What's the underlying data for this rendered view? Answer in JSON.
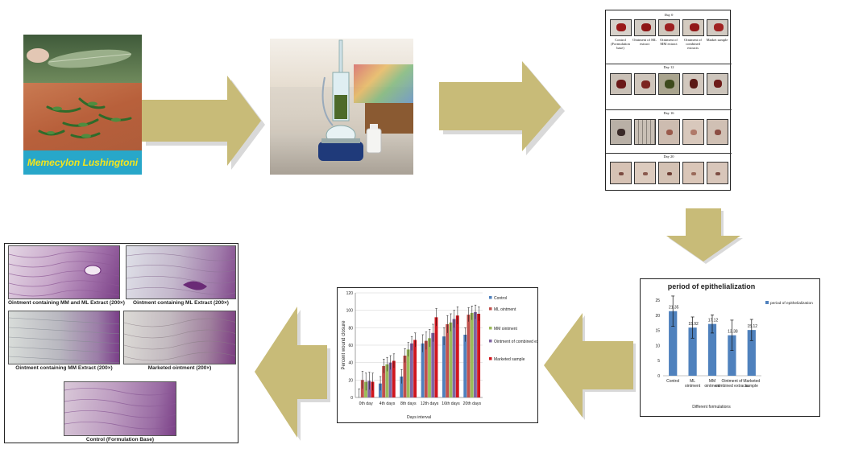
{
  "colors": {
    "arrow_fill": "#c8bb78",
    "arrow_shadow": "#d9d9d9",
    "plant_label_bg": "#28a7c9",
    "plant_label_text": "#f5e51c",
    "bar_blue": "#4f81bd",
    "bar_red": "#c0504d",
    "bar_green": "#9bbb59",
    "bar_purple": "#8064a2",
    "bar_crimson": "#d0161e"
  },
  "step1": {
    "plant_name": "Memecylon Lushingtoni"
  },
  "step3": {
    "days": [
      "Day 0",
      "Day 12",
      "Day 16",
      "Day 20"
    ],
    "groups": [
      "Control (Formulation base)",
      "Ointment of ML extract",
      "Ointment of MM extract",
      "Ointment of combined extracts",
      "Market sample"
    ]
  },
  "histology": {
    "panels": [
      {
        "caption": "Ointment containing MM and ML Extract",
        "mag": "(200×)"
      },
      {
        "caption": "Ointment containing ML Extract",
        "mag": "(200×)"
      },
      {
        "caption": "Ointment containing MM Extract",
        "mag": "(200×)"
      },
      {
        "caption": "Marketed ointment",
        "mag": "(200×)"
      },
      {
        "caption": "Control (Formulation Base)",
        "mag": ""
      }
    ]
  },
  "chart_data": [
    {
      "type": "bar",
      "title": "period of epithelialization",
      "categories": [
        "Control",
        "ML ointment",
        "MM ointment",
        "Ointment of combined extracts",
        "Marketed sample"
      ],
      "series": [
        {
          "name": "period of epithelialization",
          "values": [
            21.35,
            15.92,
            17.12,
            13.38,
            15.12
          ]
        }
      ],
      "errors": [
        5,
        3.5,
        3,
        5,
        3.5
      ],
      "xlabel": "Different formulations",
      "ylabel": "",
      "ylim": [
        0,
        25
      ],
      "yticks": [
        0,
        5,
        10,
        15,
        20,
        25
      ],
      "legend": "top-right"
    },
    {
      "type": "bar",
      "title": "",
      "categories": [
        "0th day",
        "4th days",
        "8th days",
        "12th days",
        "16th days",
        "20th days"
      ],
      "series": [
        {
          "name": "Control",
          "values": [
            0,
            16,
            24,
            62,
            70,
            72
          ]
        },
        {
          "name": "ML ointment",
          "values": [
            20,
            36,
            48,
            65,
            84,
            95
          ]
        },
        {
          "name": "MM ointment",
          "values": [
            18,
            38,
            55,
            68,
            86,
            97
          ]
        },
        {
          "name": "Ointment of combined extracts",
          "values": [
            19,
            40,
            62,
            74,
            90,
            98
          ]
        },
        {
          "name": "Marketed sample",
          "values": [
            18,
            42,
            66,
            92,
            94,
            96
          ]
        }
      ],
      "errors": [
        10,
        8,
        8,
        10,
        10,
        8
      ],
      "xlabel": "Days interval",
      "ylabel": "Percent wound closure",
      "ylim": [
        0,
        120
      ],
      "yticks": [
        0,
        20,
        40,
        60,
        80,
        100,
        120
      ],
      "grid": true,
      "legend": "right"
    }
  ]
}
